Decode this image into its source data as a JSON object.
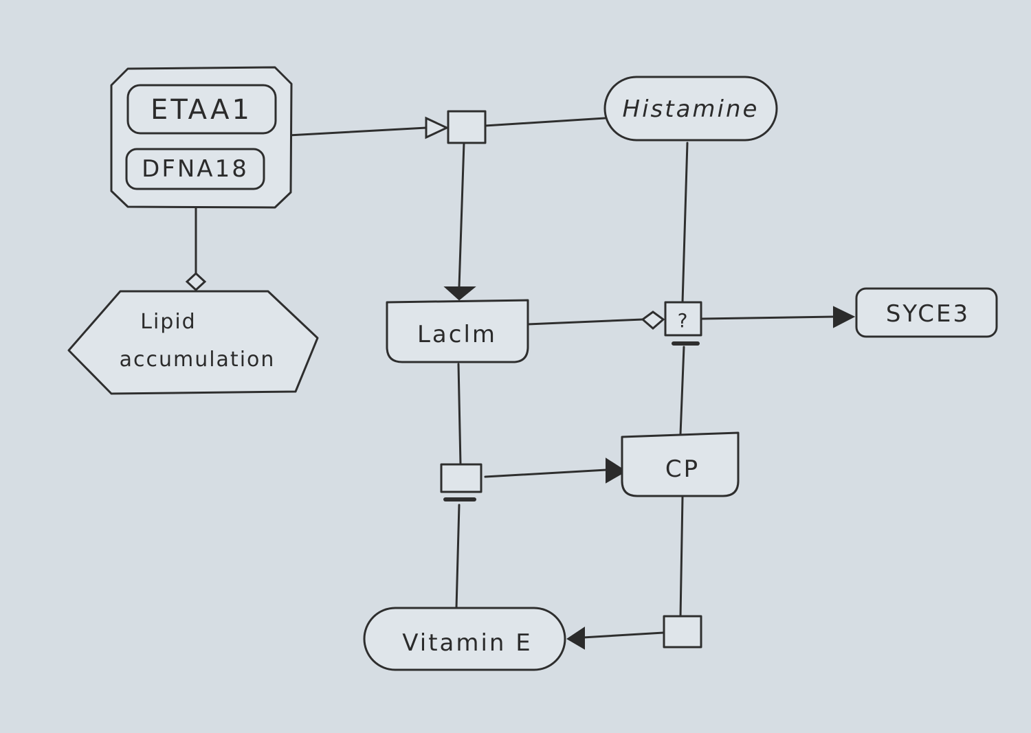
{
  "nodes": {
    "complex": {
      "members": [
        "ETAA1",
        "DFNA18"
      ]
    },
    "lipid_accumulation": {
      "line1": "Lipid",
      "line2": "accumulation"
    },
    "histamine": {
      "label": "Histamine"
    },
    "laclm": {
      "label": "Laclm"
    },
    "syce3": {
      "label": "SYCE3"
    },
    "cp": {
      "label": "CP"
    },
    "vitamin_e": {
      "label": "Vitamin E"
    },
    "uncertain_process": {
      "label": "?"
    }
  },
  "edges": [
    {
      "from": "complex",
      "to": "process-1",
      "type": "stimulation"
    },
    {
      "from": "histamine",
      "to": "process-1",
      "type": "consumption"
    },
    {
      "from": "process-1",
      "to": "laclm",
      "type": "production"
    },
    {
      "from": "complex",
      "to": "lipid_accumulation",
      "type": "modulation"
    },
    {
      "from": "laclm",
      "to": "uncertain_process",
      "type": "modulation"
    },
    {
      "from": "histamine",
      "to": "uncertain_process",
      "type": "consumption"
    },
    {
      "from": "uncertain_process",
      "to": "syce3",
      "type": "production"
    },
    {
      "from": "uncertain_process",
      "to": "cp",
      "type": "consumption"
    },
    {
      "from": "laclm",
      "to": "process-2",
      "type": "consumption"
    },
    {
      "from": "vitamin_e",
      "to": "process-2",
      "type": "consumption"
    },
    {
      "from": "process-2",
      "to": "cp",
      "type": "production"
    },
    {
      "from": "cp",
      "to": "process-3",
      "type": "consumption"
    },
    {
      "from": "process-3",
      "to": "vitamin_e",
      "type": "production"
    }
  ]
}
